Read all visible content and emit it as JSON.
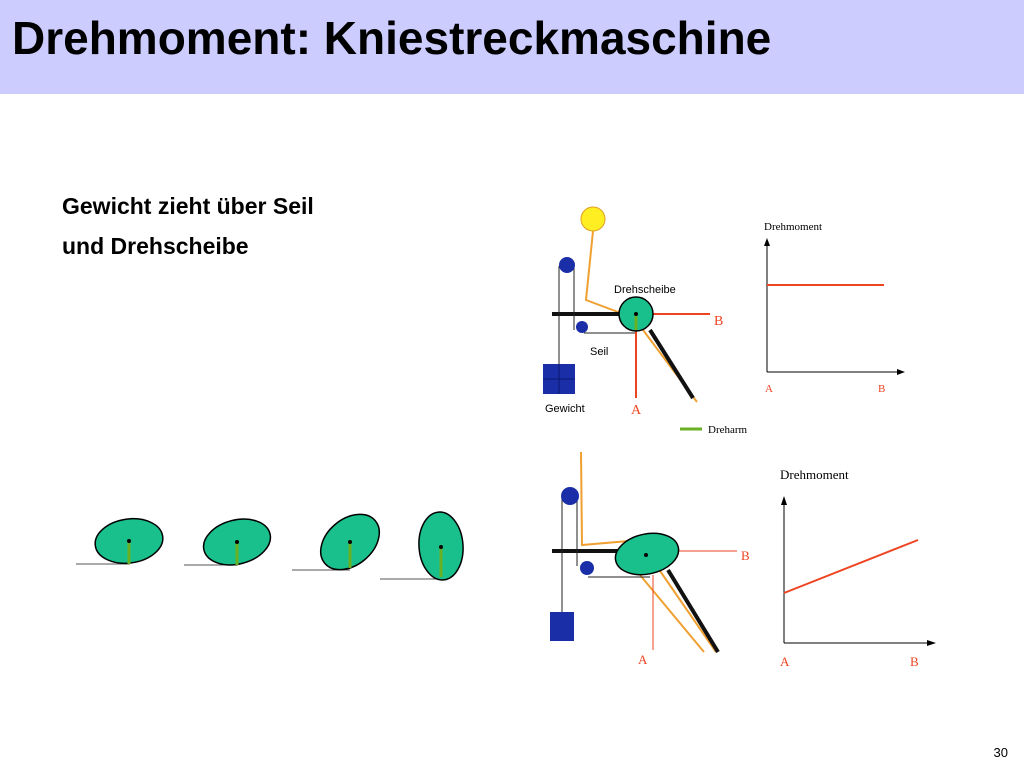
{
  "slide": {
    "title": "Drehmoment: Kniestreckmaschine",
    "body_lines": [
      "Gewicht zieht über Seil",
      "und Drehscheibe"
    ],
    "page_number": "30"
  },
  "diagram_top": {
    "labels": {
      "drehscheibe": "Drehscheibe",
      "seil": "Seil",
      "gewicht": "Gewicht",
      "b": "B",
      "a": "A",
      "dreharm": "Dreharm"
    }
  },
  "graph_top": {
    "ylabel": "Drehmoment",
    "x_start": "A",
    "x_end": "B"
  },
  "diagram_bottom": {
    "labels": {
      "b": "B",
      "a": "A"
    }
  },
  "graph_bottom": {
    "ylabel": "Drehmoment",
    "x_start": "A",
    "x_end": "B"
  },
  "colors": {
    "title_bar": "#ccccff",
    "disc": "#19c08c",
    "arm": "#6ab023",
    "orange": "#f0a030",
    "red": "#ee4422",
    "pulley": "#1a2ea8",
    "sun": "#ffee22"
  }
}
